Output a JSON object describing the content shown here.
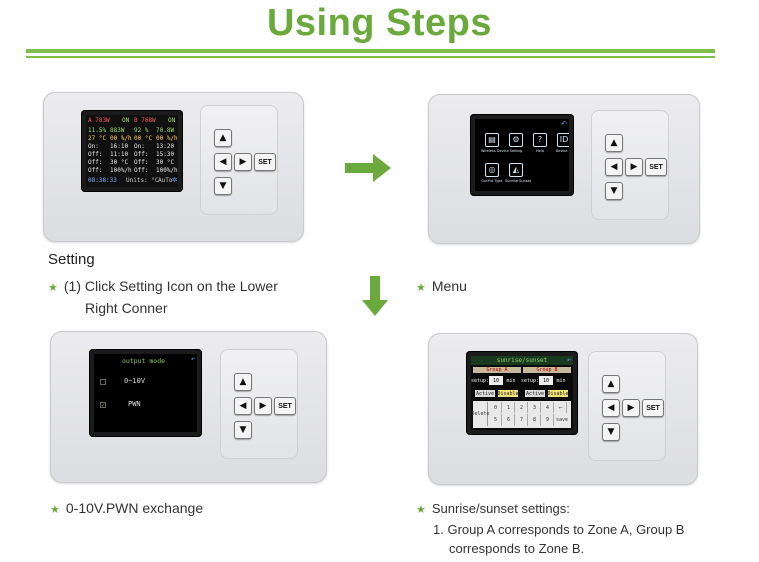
{
  "header": {
    "title": "Using Steps"
  },
  "colors": {
    "accent_green": "#6aaa3c",
    "screen_bg": "#000000"
  },
  "keypad": {
    "set_label": "SET"
  },
  "device1": {
    "screen": {
      "header_a": "A 783W",
      "header_a_state": "ON",
      "header_b": "B 768W",
      "header_b_state": "ON",
      "rows": [
        {
          "a1": "11.5%",
          "a2": "883W",
          "b1": "92 %",
          "b2": "70.8W"
        },
        {
          "a1": "27 °C",
          "a2": "00 %/h",
          "b1": "00 °C",
          "b2": "00 %/h"
        },
        {
          "a1": "On:",
          "a2": "16:10",
          "b1": "On:",
          "b2": "13:20"
        },
        {
          "a1": "Off:",
          "a2": "11:10",
          "b1": "Off:",
          "b2": "15:30"
        },
        {
          "a1": "Off:",
          "a2": "30 °C",
          "b1": "Off:",
          "b2": "30 °C"
        },
        {
          "a1": "Off:",
          "a2": "100%/h",
          "b1": "Off:",
          "b2": "100%/h"
        }
      ],
      "footer_time": "08:38:33",
      "footer_units": "Units: °C",
      "footer_mode": "AuTo"
    }
  },
  "device2": {
    "menu": [
      {
        "label": "Wireless Device",
        "icon": "wireless-device-icon",
        "glyph": "▤"
      },
      {
        "label": "Setting",
        "icon": "setting-icon",
        "glyph": "⚙"
      },
      {
        "label": "Help",
        "icon": "help-icon",
        "glyph": "?"
      },
      {
        "label": "Device ID",
        "icon": "device-id-icon",
        "glyph": "ID"
      },
      {
        "label": "OutPut Type",
        "icon": "output-type-icon",
        "glyph": "◎"
      },
      {
        "label": "Sunrise Sunset",
        "icon": "sunrise-sunset-icon",
        "glyph": "◭"
      }
    ]
  },
  "device3": {
    "title": "output mode",
    "options": [
      {
        "label": "0~10V",
        "checked": false
      },
      {
        "label": "PWN",
        "checked": true
      }
    ]
  },
  "device4": {
    "title": "sunrise/sunset",
    "group_a": "Group A",
    "group_b": "Group B",
    "setup_label": "setup:",
    "setup_value_a": "10",
    "setup_value_b": "10",
    "unit": "min",
    "active_label": "Active",
    "disable_label": "Disable",
    "delete_label": "Delete",
    "save_label": "save",
    "keys_row1": [
      "0",
      "1",
      "2",
      "3",
      "4",
      "⟵"
    ],
    "keys_row2": [
      "5",
      "6",
      "7",
      "8",
      "9"
    ]
  },
  "captions": {
    "setting_heading": "Setting",
    "step1_line1": "(1) Click Setting Icon on the Lower",
    "step1_line2": "Right Conner",
    "menu": "Menu",
    "exchange": "0-10V.PWN exchange",
    "sunrise_line1": "Sunrise/sunset settings:",
    "sunrise_line2": "1. Group A corresponds to Zone A, Group B",
    "sunrise_line3": "corresponds to Zone B."
  }
}
